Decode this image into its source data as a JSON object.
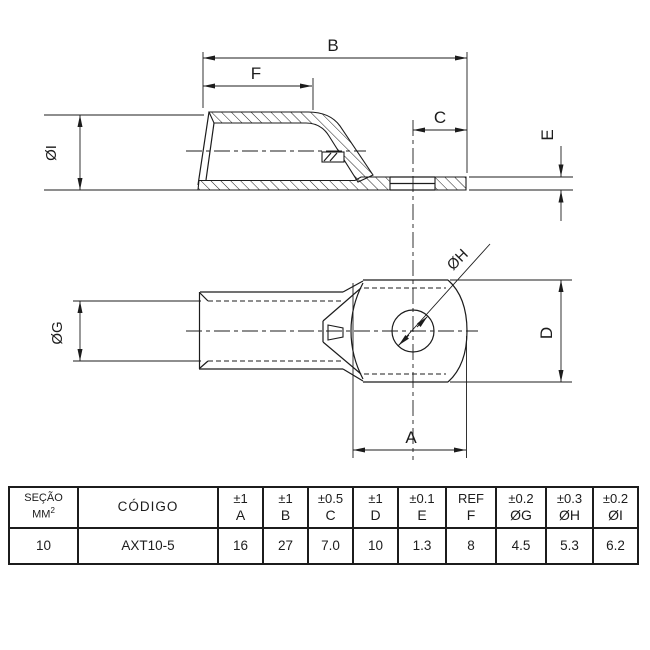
{
  "colors": {
    "ink": "#1c1c1c",
    "background": "#ffffff"
  },
  "side_view": {
    "labels": {
      "b": "B",
      "f": "F",
      "c": "C",
      "e": "E",
      "diameter_i": "ØI"
    }
  },
  "plan_view": {
    "labels": {
      "a": "A",
      "d": "D",
      "diameter_g": "ØG",
      "diameter_h": "ØH"
    }
  },
  "table": {
    "section_header_line1": "SEÇÃO",
    "section_header_line2_base": "MM",
    "section_header_line2_sup": "2",
    "code_header": "CÓDIGO",
    "spec_columns": [
      {
        "tolerance": "±1",
        "letter": "A"
      },
      {
        "tolerance": "±1",
        "letter": "B"
      },
      {
        "tolerance": "±0.5",
        "letter": "C"
      },
      {
        "tolerance": "±1",
        "letter": "D"
      },
      {
        "tolerance": "±0.1",
        "letter": "E"
      },
      {
        "tolerance": "REF",
        "letter": "F"
      },
      {
        "tolerance": "±0.2",
        "letter": "ØG"
      },
      {
        "tolerance": "±0.3",
        "letter": "ØH"
      },
      {
        "tolerance": "±0.2",
        "letter": "ØI"
      }
    ],
    "row": {
      "section": "10",
      "code": "AXT10-5",
      "values": [
        "16",
        "27",
        "7.0",
        "10",
        "1.3",
        "8",
        "4.5",
        "5.3",
        "6.2"
      ]
    }
  }
}
